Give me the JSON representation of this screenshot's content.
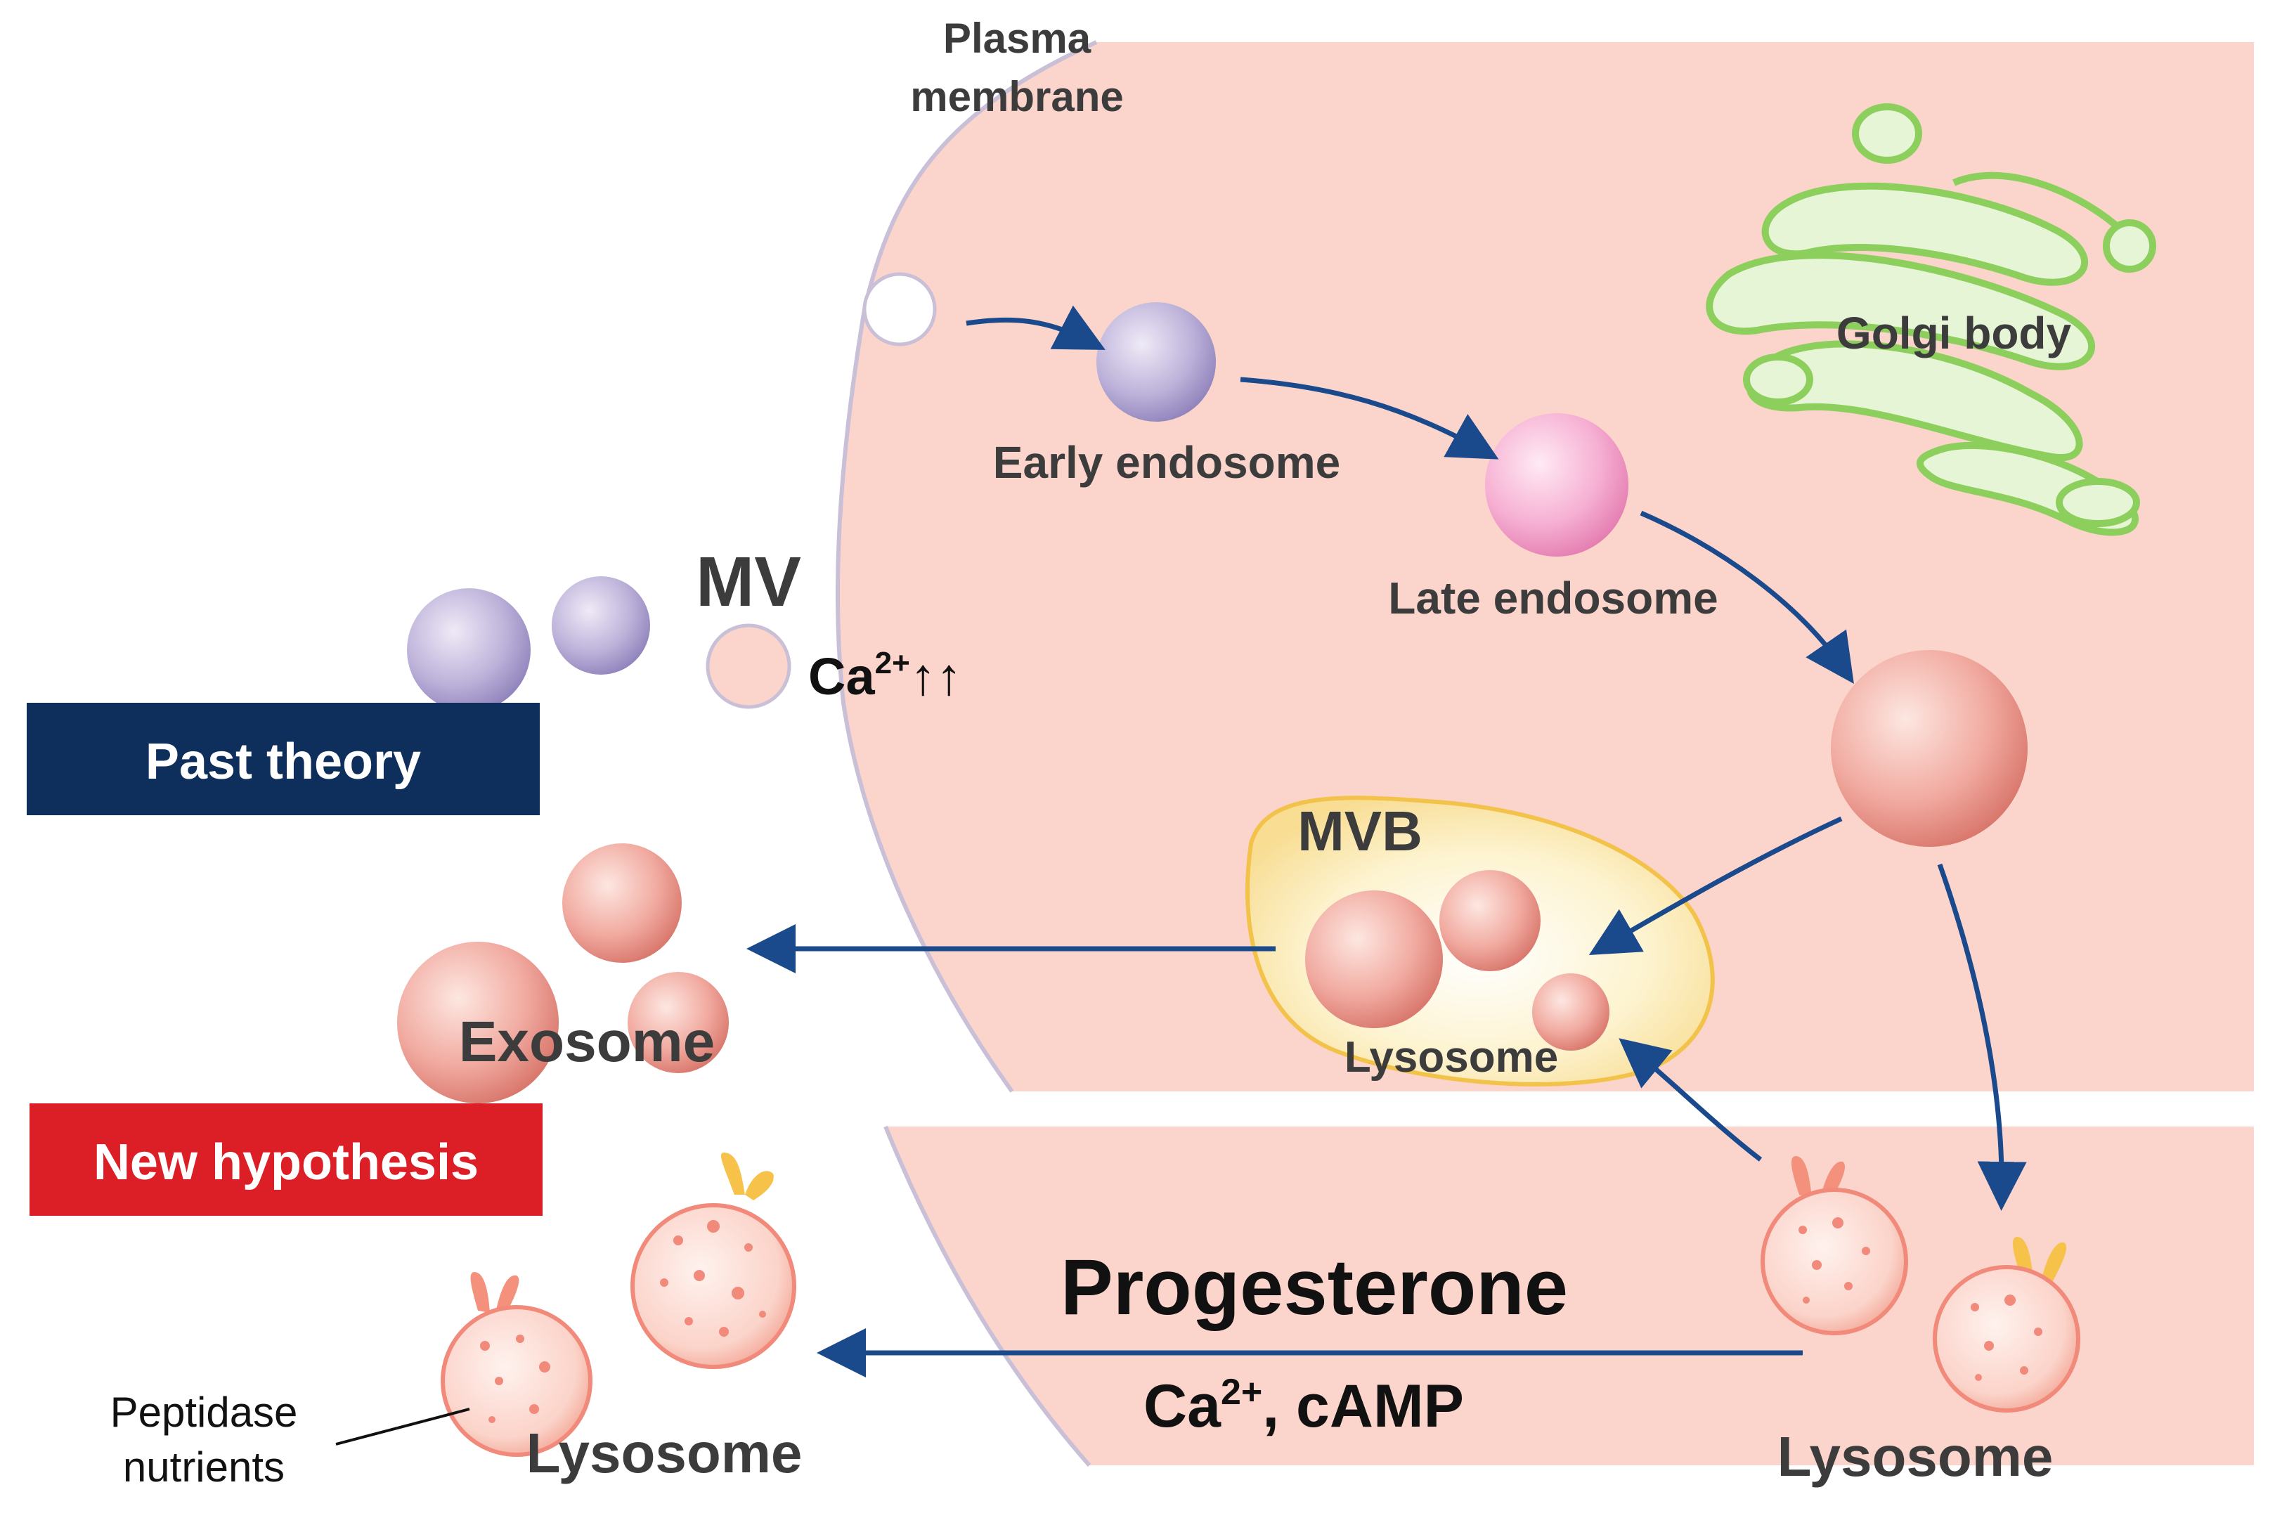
{
  "labels": {
    "plasma_membrane_line1": "Plasma",
    "plasma_membrane_line2": "membrane",
    "golgi_body": "Golgi body",
    "early_endosome": "Early endosome",
    "late_endosome": "Late endosome",
    "mv": "MV",
    "ca_main": "Ca",
    "ca_sup": "2+",
    "ca_arrows": "↑↑",
    "mvb": "MVB",
    "exosome": "Exosome",
    "lysosome_mvb": "Lysosome",
    "progesterone": "Progesterone",
    "ca_camp_main": "Ca",
    "ca_camp_sup": "2+",
    "ca_camp_rest": ", cAMP",
    "lysosome_left": "Lysosome",
    "lysosome_right": "Lysosome",
    "peptidase_line1": "Peptidase",
    "peptidase_line2": "nutrients"
  },
  "banners": {
    "past_theory": "Past theory",
    "new_hypothesis": "New hypothesis"
  },
  "colors": {
    "cell_fill": "#fbd5cc",
    "membrane_line": "#c9bfd6",
    "arrow": "#1b4a8c",
    "past_theory_bg": "#0e2f5c",
    "new_hypothesis_bg": "#dc1f26",
    "golgi": "#8ccf5c",
    "early_endosome": "#b6acd6",
    "late_endosome": "#f4a8cc",
    "mvb_fill": "#fdf1c8",
    "mvb_border": "#f2c24a",
    "vesicle": "#f1aa9f",
    "receptor_orange": "#f4917c",
    "receptor_yellow": "#f7c24a"
  }
}
